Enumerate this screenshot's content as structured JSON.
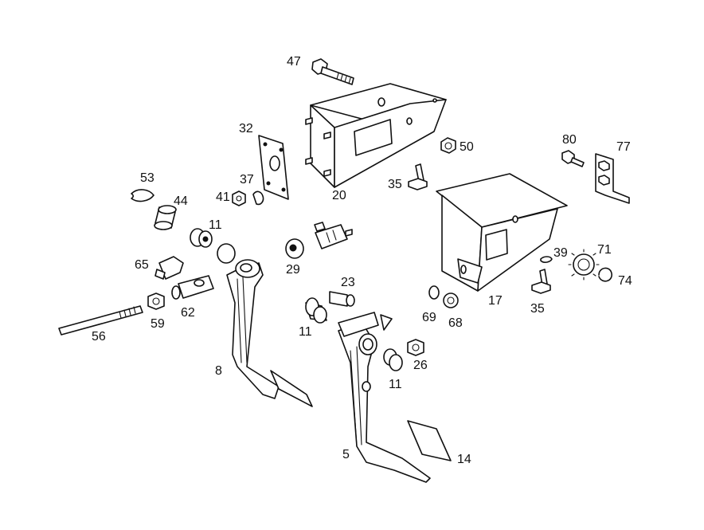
{
  "diagram": {
    "callouts": {
      "c47": "47",
      "c32": "32",
      "c37": "37",
      "c41": "41",
      "c20": "20",
      "c50": "50",
      "c35a": "35",
      "c80": "80",
      "c77": "77",
      "c53": "53",
      "c44": "44",
      "c11a": "11",
      "c65": "65",
      "c29": "29",
      "c23": "23",
      "c62": "62",
      "c59": "59",
      "c56": "56",
      "c11b": "11",
      "c69": "69",
      "c68": "68",
      "c17": "17",
      "c39": "39",
      "c71": "71",
      "c74": "74",
      "c35b": "35",
      "c26": "26",
      "c11c": "11",
      "c8": "8",
      "c5": "5",
      "c14": "14"
    }
  }
}
